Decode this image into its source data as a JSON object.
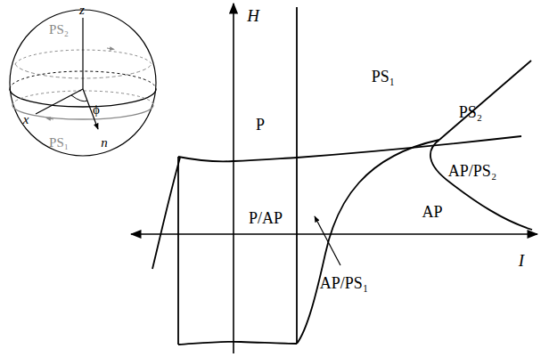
{
  "diagram": {
    "labels": [
      "H",
      "I",
      "P",
      "P/AP",
      "PS₁",
      "PS₂",
      "AP/PS₂",
      "AP",
      "AP/PS₁",
      "z",
      "PS₂",
      "ϕ",
      "x",
      "n",
      "PS₁"
    ]
  }
}
